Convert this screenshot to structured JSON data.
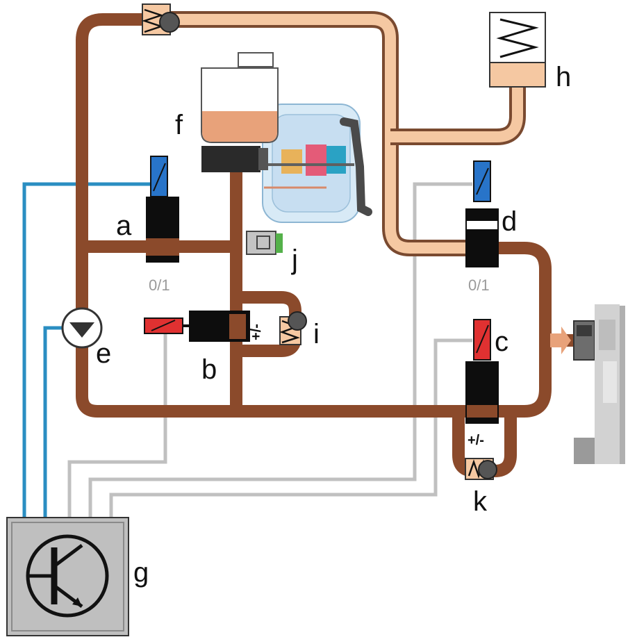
{
  "colors": {
    "high_pressure_line": "#8b4a2b",
    "low_pressure_line": "#f5c8a2",
    "signal_line_blue": "#2a8ec2",
    "signal_line_gray": "#c0c0c0",
    "valve_body": "#0d0d0d",
    "solenoid_blue": "#2874c9",
    "solenoid_red": "#e03131",
    "fluid": "#e8a27a",
    "sensor_green": "#54b14a",
    "control_unit": "#bfbfbf",
    "brake_disc": "#9a9a9a"
  },
  "labels": {
    "a": "a",
    "b": "b",
    "c": "c",
    "d": "d",
    "e": "e",
    "f": "f",
    "g": "g",
    "h": "h",
    "i": "i",
    "j": "j",
    "k": "k"
  },
  "valve_states": {
    "a": "0/1",
    "d": "0/1",
    "b": "+/-",
    "c": "+/-"
  },
  "components": {
    "a": "solenoid-valve",
    "b": "solenoid-valve",
    "c": "solenoid-valve",
    "d": "solenoid-valve",
    "e": "pump",
    "f": "reservoir-brake-booster",
    "g": "control-unit",
    "h": "accumulator",
    "i": "check-valve",
    "j": "pressure-sensor",
    "k": "check-valve"
  }
}
